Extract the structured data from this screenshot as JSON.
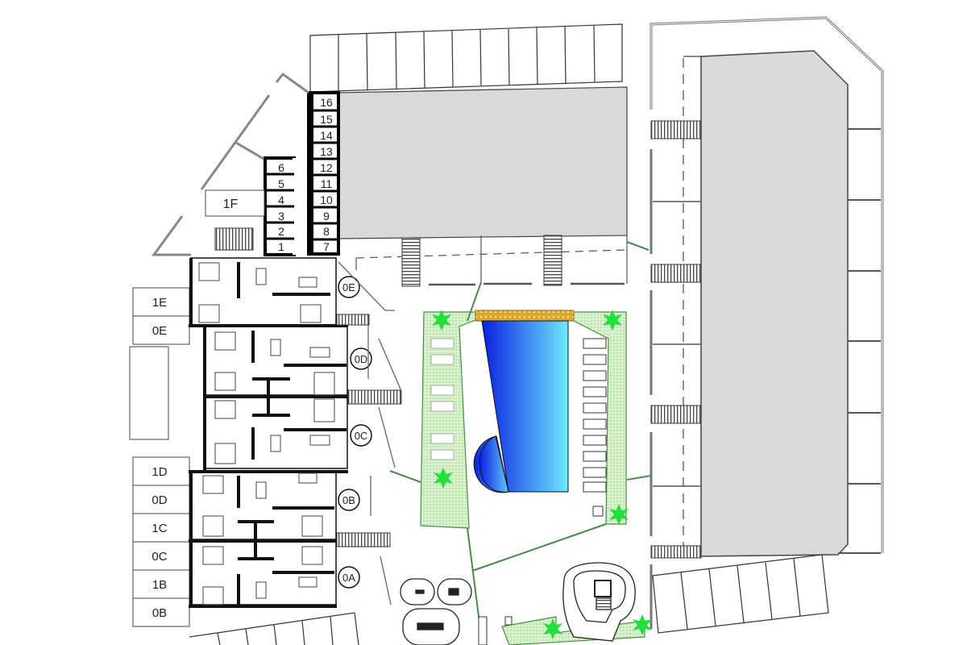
{
  "plan": {
    "type": "site-plan",
    "storage_units_left": [
      "1",
      "2",
      "3",
      "4",
      "5",
      "6"
    ],
    "storage_units_right": [
      "7",
      "8",
      "9",
      "10",
      "11",
      "12",
      "13",
      "14",
      "15",
      "16"
    ],
    "building_1f": "1F",
    "left_labels": [
      "1E",
      "0E"
    ],
    "left_labels_lower": [
      "1D",
      "0D",
      "1C",
      "0C",
      "1B",
      "0B"
    ],
    "apartment_tags": [
      "0E",
      "0D",
      "0C",
      "0B",
      "0A"
    ]
  },
  "colors": {
    "building_fill": "#d9d9d9",
    "wall": "#111111",
    "line": "#555555",
    "green_area": "#d4f0c8",
    "green_edge": "#4a8a4a",
    "tree": "#22e03a",
    "deck": "#e0b030",
    "pool_dark": "#0a1fe0",
    "pool_light": "#6ee8ff"
  }
}
